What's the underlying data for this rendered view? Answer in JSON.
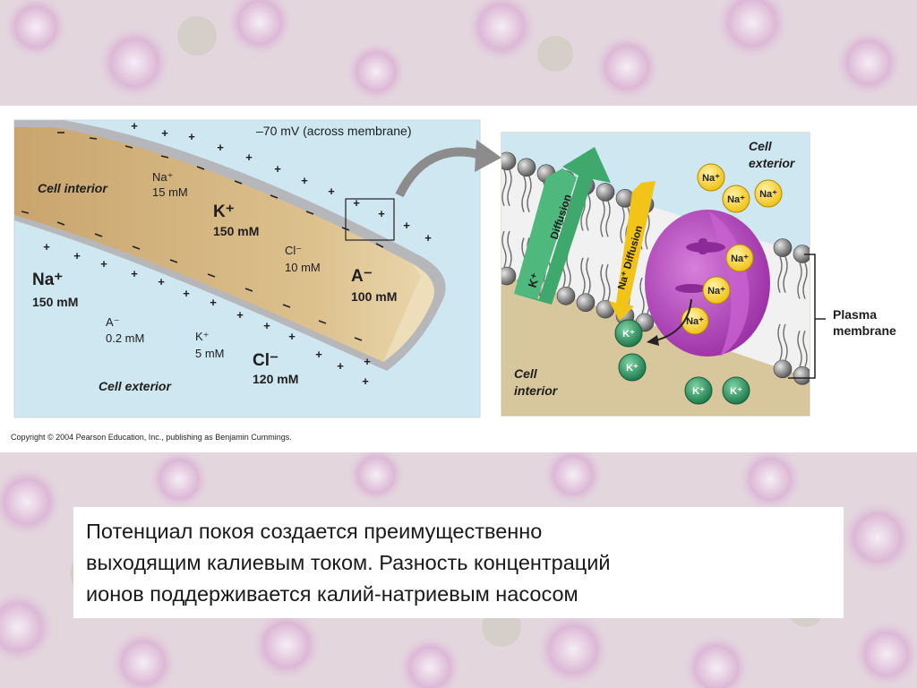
{
  "figure": {
    "left_panel": {
      "voltage_label": "–70 mV (across membrane)",
      "cell_interior": "Cell interior",
      "cell_exterior": "Cell exterior",
      "interior_ions": [
        {
          "ion": "Na⁺",
          "conc": "15 mM"
        },
        {
          "ion": "K⁺",
          "conc": "150 mM"
        },
        {
          "ion": "Cl⁻",
          "conc": "10 mM"
        },
        {
          "ion": "A⁻",
          "conc": "100 mM"
        }
      ],
      "exterior_ions": [
        {
          "ion": "Na⁺",
          "conc": "150 mM"
        },
        {
          "ion": "A⁻",
          "conc": "0.2 mM"
        },
        {
          "ion": "K⁺",
          "conc": "5 mM"
        },
        {
          "ion": "Cl⁻",
          "conc": "120 mM"
        }
      ]
    },
    "right_panel": {
      "cell_exterior": [
        "Cell",
        "exterior"
      ],
      "cell_interior": [
        "Cell",
        "interior"
      ],
      "plasma_membrane": [
        "Plasma",
        "membrane"
      ],
      "diffusion_k": "Diffusion",
      "k_plus": "K⁺",
      "diffusion_na": "Na⁺ Diffusion",
      "na_ion": "Na⁺",
      "k_ion": "K⁺"
    },
    "copyright": "Copyright © 2004 Pearson Education, Inc., publishing as Benjamin Cummings."
  },
  "caption": {
    "lines": [
      "Потенциал покоя создается преимущественно",
      "выходящим калиевым током. Разность концентраций",
      "ионов поддерживается калий-натриевым насосом"
    ]
  },
  "colors": {
    "exterior_blue": "#cfe7f1",
    "cytoplasm": "#c8a26a",
    "pump_purple": "#b146b9",
    "na_yellow": "#f5cb1c",
    "k_green": "#2e9a64",
    "arrow_green": "#3fa86d",
    "arrow_yellow": "#f2c319"
  }
}
